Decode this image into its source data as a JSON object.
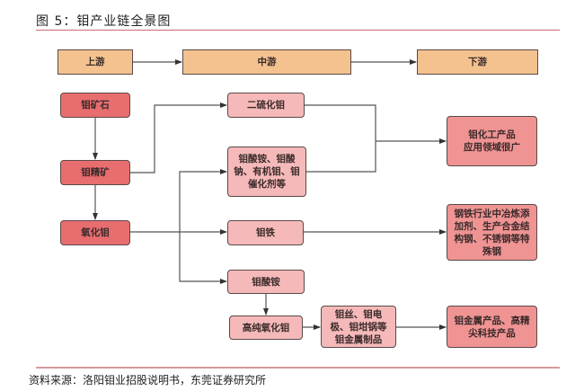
{
  "title": "图 5：钼产业链全景图",
  "source": "资料来源：洛阳钼业招股说明书，东莞证券研究所",
  "colors": {
    "stage": "#f3c28f",
    "raw": "#e86d6f",
    "intermediate": "#f5b9b9",
    "application": "#ef9393",
    "rule": "#c9696b"
  },
  "stages": {
    "upstream": "上游",
    "midstream": "中游",
    "downstream": "下游"
  },
  "nodes": {
    "ore": "钼矿石",
    "concentrate": "钼精矿",
    "oxide": "氧化钼",
    "mos2": "二硫化钼",
    "molybdates": "钼酸铵、钼酸\n钠、有机钼、钼\n催化剂等",
    "ferro": "钼铁",
    "amm_molybdate": "钼酸铵",
    "hp_oxide": "高纯氧化钼",
    "metal_products": "钼丝、钼电\n极、钼坩锅等\n钼金属制品",
    "chem_app": "钼化工产品\n应用领域很广",
    "steel_app": "钢铁行业中冶炼添\n加剂、生产合金结\n构钢、不锈钢等特\n殊钢",
    "metal_app": "钼金属产品、高精\n尖科技产品"
  },
  "edges": [
    {
      "from": "upstream",
      "to": "midstream"
    },
    {
      "from": "midstream",
      "to": "downstream"
    },
    {
      "from": "ore",
      "to": "concentrate"
    },
    {
      "from": "concentrate",
      "to": "oxide"
    },
    {
      "from": "concentrate",
      "to": "mos2"
    },
    {
      "from": "oxide",
      "to": "molybdates"
    },
    {
      "from": "oxide",
      "to": "ferro"
    },
    {
      "from": "oxide",
      "to": "amm_molybdate"
    },
    {
      "from": "mos2",
      "to": "chem_app"
    },
    {
      "from": "molybdates",
      "to": "chem_app"
    },
    {
      "from": "ferro",
      "to": "steel_app"
    },
    {
      "from": "amm_molybdate",
      "to": "hp_oxide"
    },
    {
      "from": "hp_oxide",
      "to": "metal_products"
    },
    {
      "from": "metal_products",
      "to": "metal_app"
    }
  ]
}
